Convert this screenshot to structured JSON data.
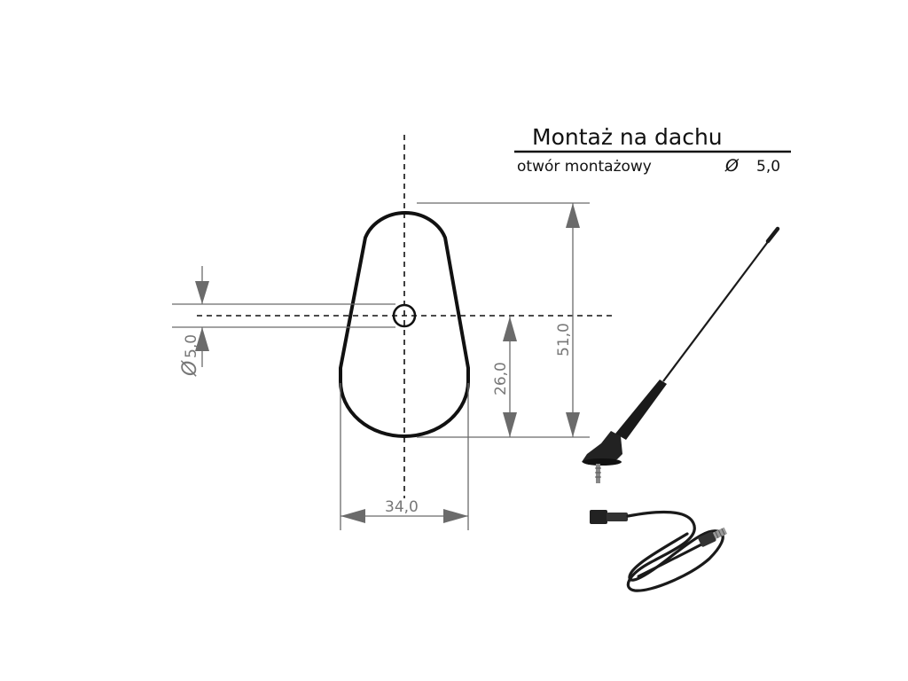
{
  "title": "Montaż na dachu",
  "subtitle": {
    "label": "otwór montażowy",
    "symbol": "Ø",
    "value": "5,0"
  },
  "dimensions": {
    "height": "51,0",
    "hole_to_bottom": "26,0",
    "width": "34,0",
    "hole_diameter_symbol": "Ø",
    "hole_diameter": "5,0"
  },
  "colors": {
    "outline": "#111111",
    "dimension": "#6b6b6b"
  },
  "icons": [
    "antenna-icon",
    "cable-connector-icon"
  ]
}
